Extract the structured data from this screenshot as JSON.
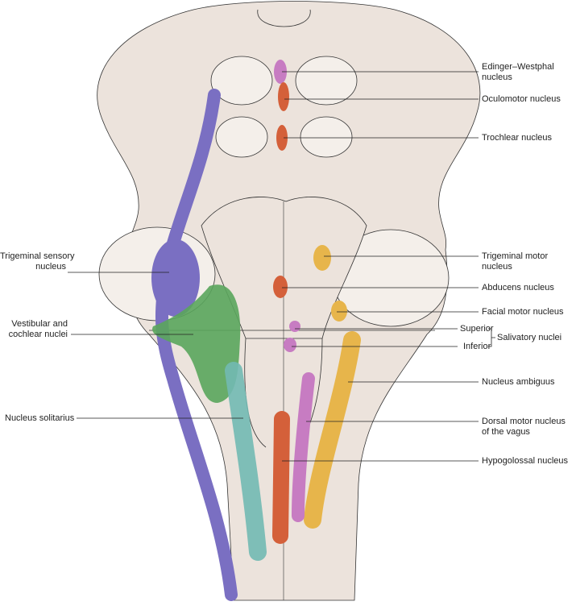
{
  "labels": {
    "edinger_westphal": [
      "Edinger–Westphal",
      "nucleus"
    ],
    "oculomotor": "Oculomotor nucleus",
    "trochlear": "Trochlear nucleus",
    "trigeminal_motor": [
      "Trigeminal motor",
      "nucleus"
    ],
    "abducens": "Abducens nucleus",
    "facial_motor": "Facial motor nucleus",
    "superior": "Superior",
    "inferior": "Inferior",
    "salivatory": "Salivatory nuclei",
    "ambiguus": "Nucleus ambiguus",
    "dorsal_vagus": [
      "Dorsal motor nucleus",
      "of the vagus"
    ],
    "hypoglossal": "Hypogolossal nucleus",
    "trigeminal_sensory": [
      "Trigeminal sensory",
      "nucleus"
    ],
    "vestibular": [
      "Vestibular and",
      "cochlear nuclei"
    ],
    "solitarius": "Nucleus solitarius"
  },
  "colors": {
    "tissue": "#ece3dc",
    "purple": "#7a6fc2",
    "green": "#5aa55c",
    "teal": "#72b9b2",
    "orange": "#d4603a",
    "yellow": "#e7b54b",
    "pink": "#c77cc2"
  }
}
